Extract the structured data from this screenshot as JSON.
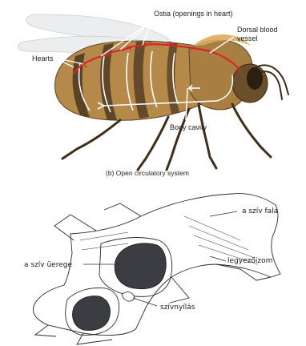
{
  "top_figure": {
    "labels": {
      "ostia": "Ostia (openings in heart)",
      "hearts": "Hearts",
      "dorsal_vessel_line1": "Dorsal blood",
      "dorsal_vessel_line2": "vessel",
      "body_cavity": "Body cavity"
    },
    "caption": "(b) Open circulatory system",
    "colors": {
      "vessel": "#d8262b",
      "body": "#b58a4a",
      "fur": "#d9a85a"
    }
  },
  "bottom_figure": {
    "labels": {
      "wall": "a szív fala",
      "cavity": "a szív üerege",
      "muscle": "legyezőizom",
      "opening": "szívnyílás"
    }
  }
}
